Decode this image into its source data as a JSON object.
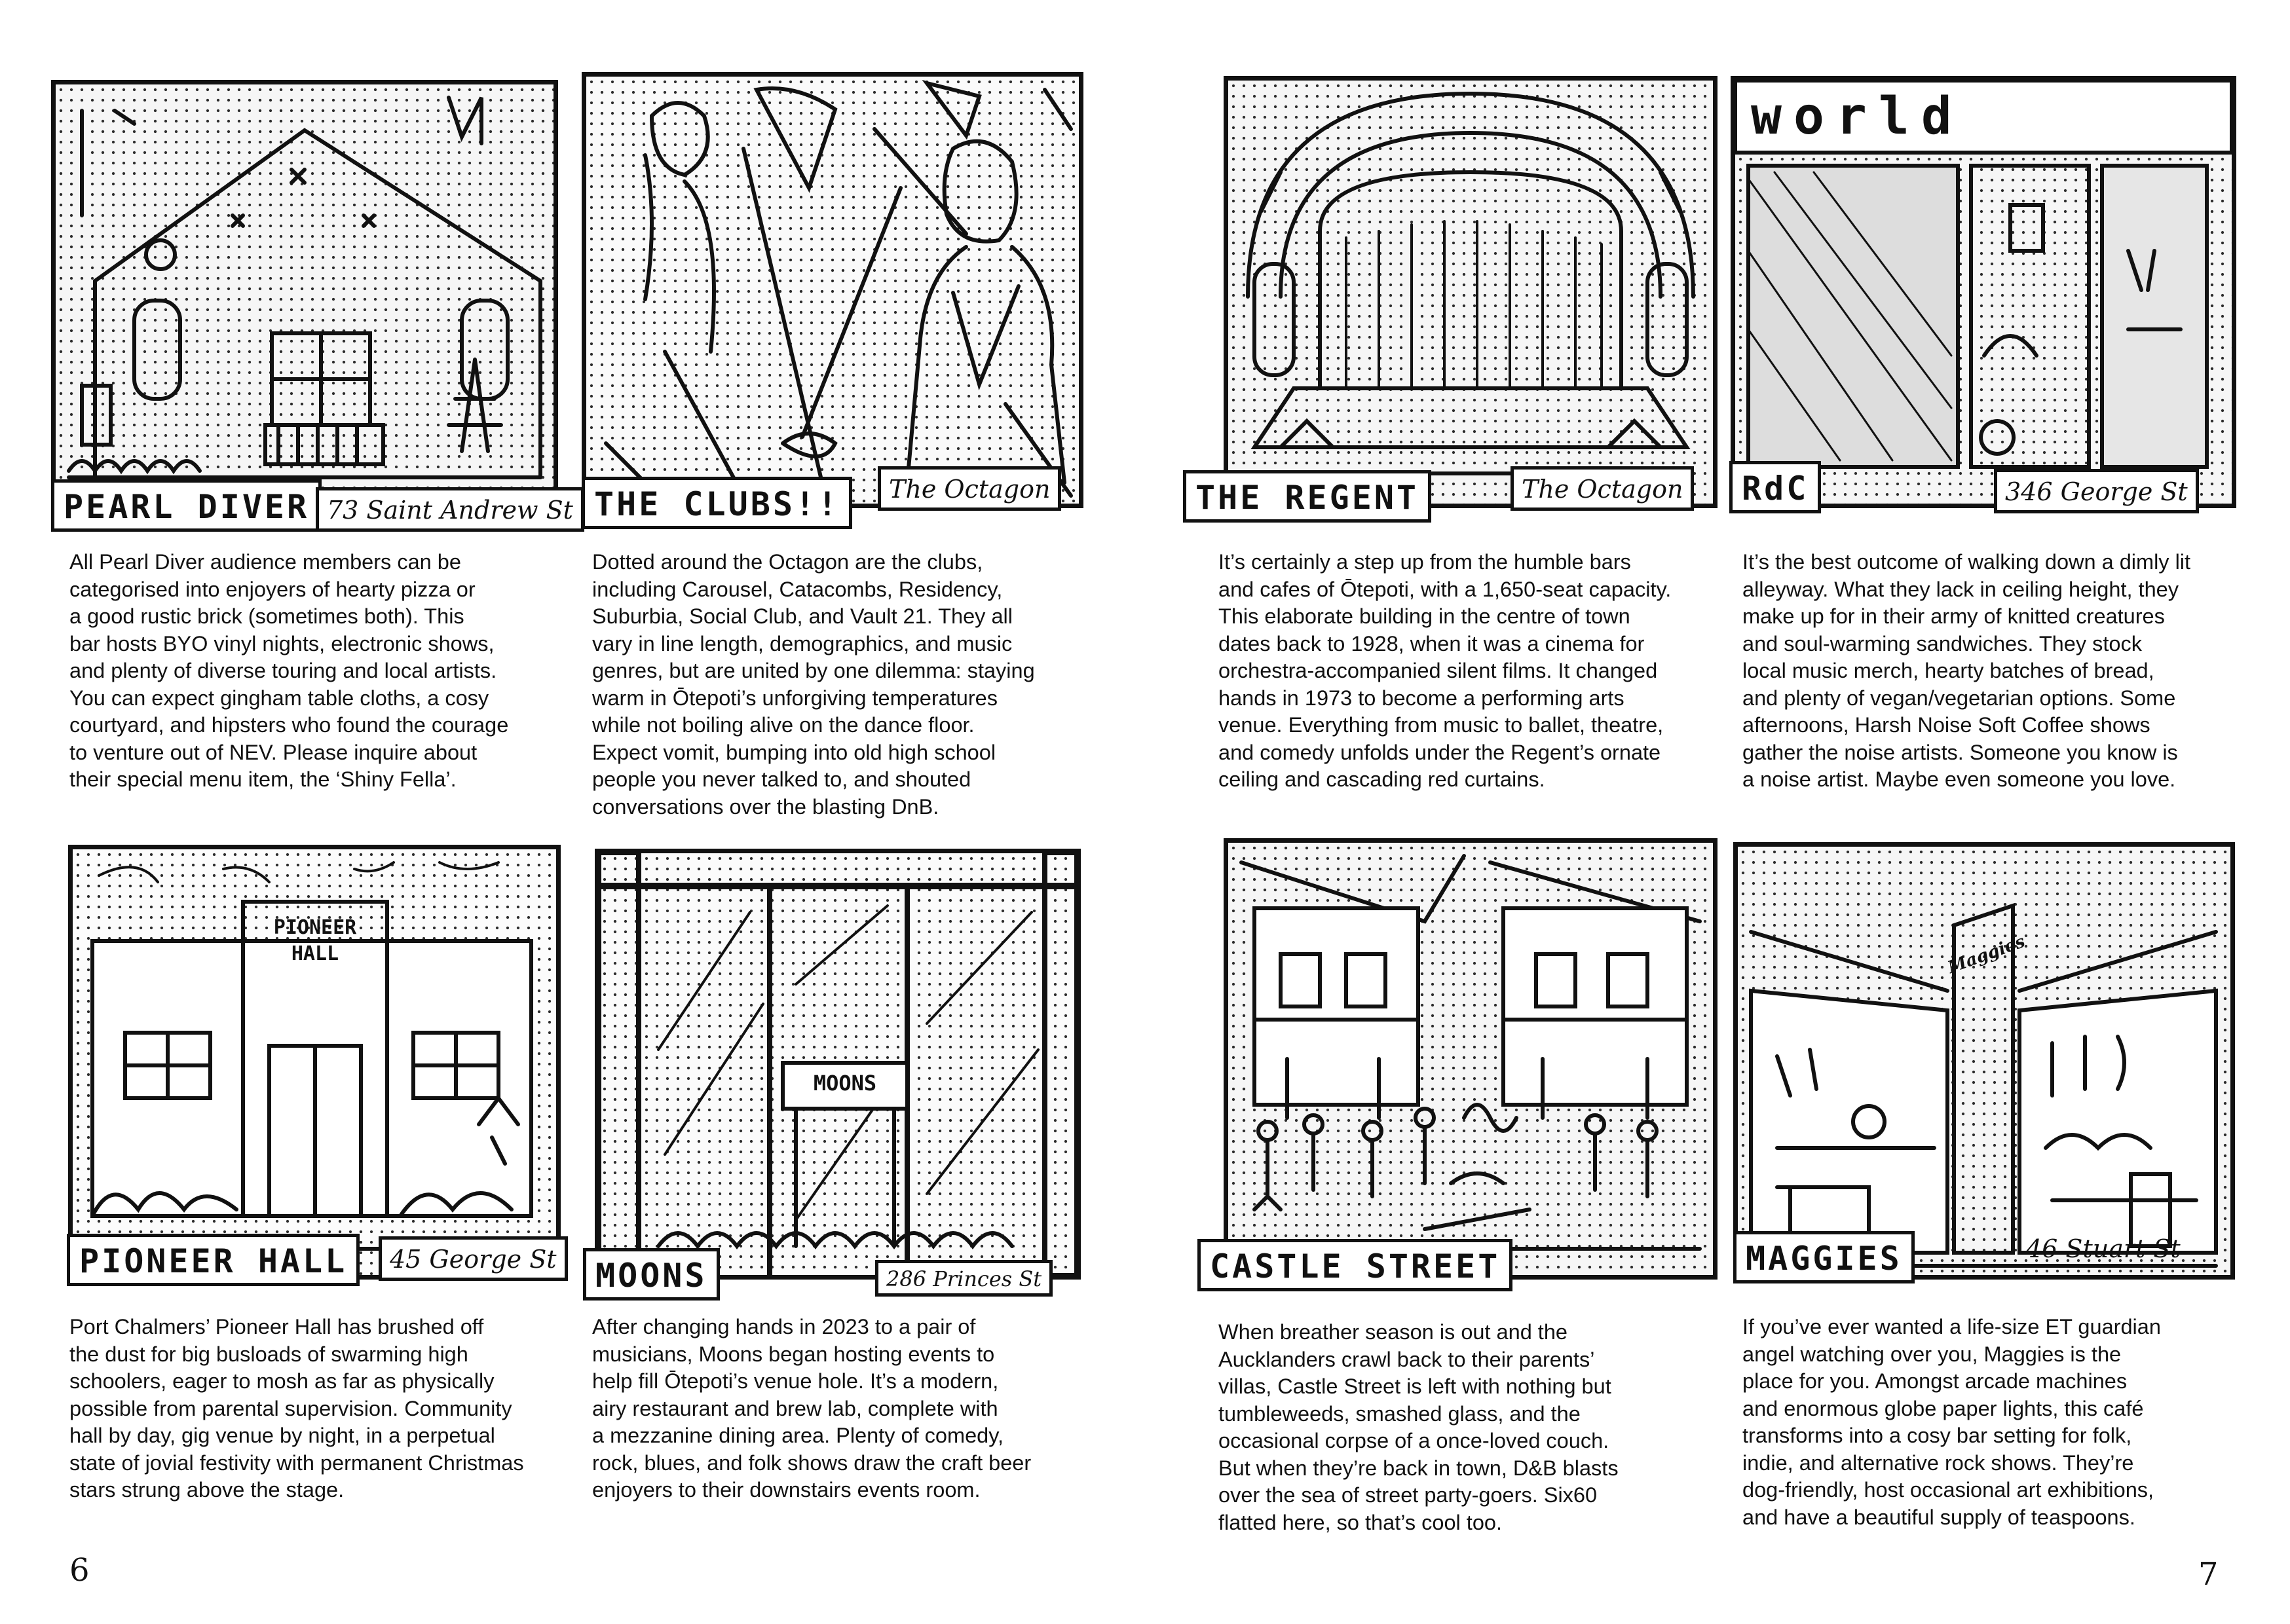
{
  "pages": {
    "left": "6",
    "right": "7"
  },
  "venues": [
    {
      "name": "PEARL DIVER",
      "address": "73 Saint Andrew St",
      "lines": [
        "All Pearl Diver audience members can be",
        "categorised into enjoyers of hearty pizza or",
        "a good rustic brick (sometimes both). This",
        "bar hosts BYO vinyl nights, electronic shows,",
        "and plenty of diverse touring and local artists.",
        "You can expect gingham table cloths, a cosy",
        "courtyard, and hipsters who found the courage",
        "to venture out of NEV. Please inquire about",
        "their special menu item, the ‘Shiny Fella’."
      ]
    },
    {
      "name": "THE CLUBS!!",
      "address": "The Octagon",
      "lines": [
        "Dotted around the Octagon are the clubs,",
        "including Carousel, Catacombs, Residency,",
        "Suburbia, Social Club, and Vault 21. They all",
        "vary in line length, demographics, and music",
        "genres, but are united by one dilemma: staying",
        "warm in Ōtepoti’s unforgiving temperatures",
        "while not boiling alive on the dance floor.",
        "Expect vomit, bumping into old high school",
        "people you never talked to, and shouted",
        "conversations over the blasting DnB."
      ]
    },
    {
      "name": "THE REGENT",
      "address": "The Octagon",
      "lines": [
        "It’s certainly a step up from the humble bars",
        "and cafes of Ōtepoti, with a 1,650-seat capacity.",
        "This elaborate building in the centre of town",
        "dates back to 1928, when it was a cinema for",
        "orchestra-accompanied silent films. It changed",
        "hands in 1973 to become a performing arts",
        "venue. Everything from music to ballet, theatre,",
        "and comedy unfolds under the Regent’s ornate",
        "ceiling and cascading red curtains."
      ]
    },
    {
      "name": "RdC",
      "address": "346 George St",
      "lines": [
        "It’s the best outcome of walking down a dimly lit",
        "alleyway. What they lack in ceiling height, they",
        "make up for in their army of knitted creatures",
        "and soul-warming sandwiches. They stock",
        "local music merch, hearty batches of bread,",
        "and plenty of vegan/vegetarian options. Some",
        "afternoons, Harsh Noise Soft Coffee shows",
        "gather the noise artists. Someone you know is",
        "a noise artist. Maybe even someone you love."
      ]
    },
    {
      "name": "PIONEER HALL",
      "address": "45 George St",
      "lines": [
        "Port Chalmers’ Pioneer Hall has brushed off",
        "the dust for big busloads of swarming high",
        "schoolers, eager to mosh as far as physically",
        "possible from parental supervision. Community",
        "hall by day, gig venue by night, in a perpetual",
        "state of jovial festivity with permanent Christmas",
        "stars strung above the stage."
      ]
    },
    {
      "name": "MOONS",
      "address": "286 Princes St",
      "lines": [
        "After changing hands in 2023 to a pair of",
        "musicians, Moons began hosting events to",
        "help fill Ōtepoti’s venue hole. It’s a modern,",
        "airy restaurant and brew lab, complete with",
        "a mezzanine dining area. Plenty of comedy,",
        "rock, blues, and folk shows draw the craft beer",
        "enjoyers to their downstairs events room."
      ]
    },
    {
      "name": "CASTLE STREET",
      "address": "",
      "lines": [
        "When breather season is out and the",
        "Aucklanders crawl back to their parents’",
        "villas, Castle Street is left with nothing but",
        "tumbleweeds, smashed glass, and the",
        "occasional corpse of a once-loved couch.",
        "But when they’re back in town, D&B blasts",
        "over the sea of street party-goers. Six60",
        "flatted here, so that’s cool too."
      ]
    },
    {
      "name": "MAGGIES",
      "address": "46 Stuart St",
      "lines": [
        "If you’ve ever wanted a life-size ET guardian",
        "angel watching over you, Maggies is the",
        "place for you. Amongst arcade machines",
        "and enormous globe paper lights, this café",
        "transforms into a cosy bar setting for folk,",
        "indie, and alternative rock shows. They’re",
        "dog-friendly, host occasional art exhibitions,",
        "and have a beautiful supply of teaspoons."
      ]
    }
  ],
  "signs": {
    "rdc_awning": "world",
    "pioneer_facade": "PIONEER HALL",
    "moons_sign": "MOONS",
    "maggies_sign": "Maggies"
  }
}
